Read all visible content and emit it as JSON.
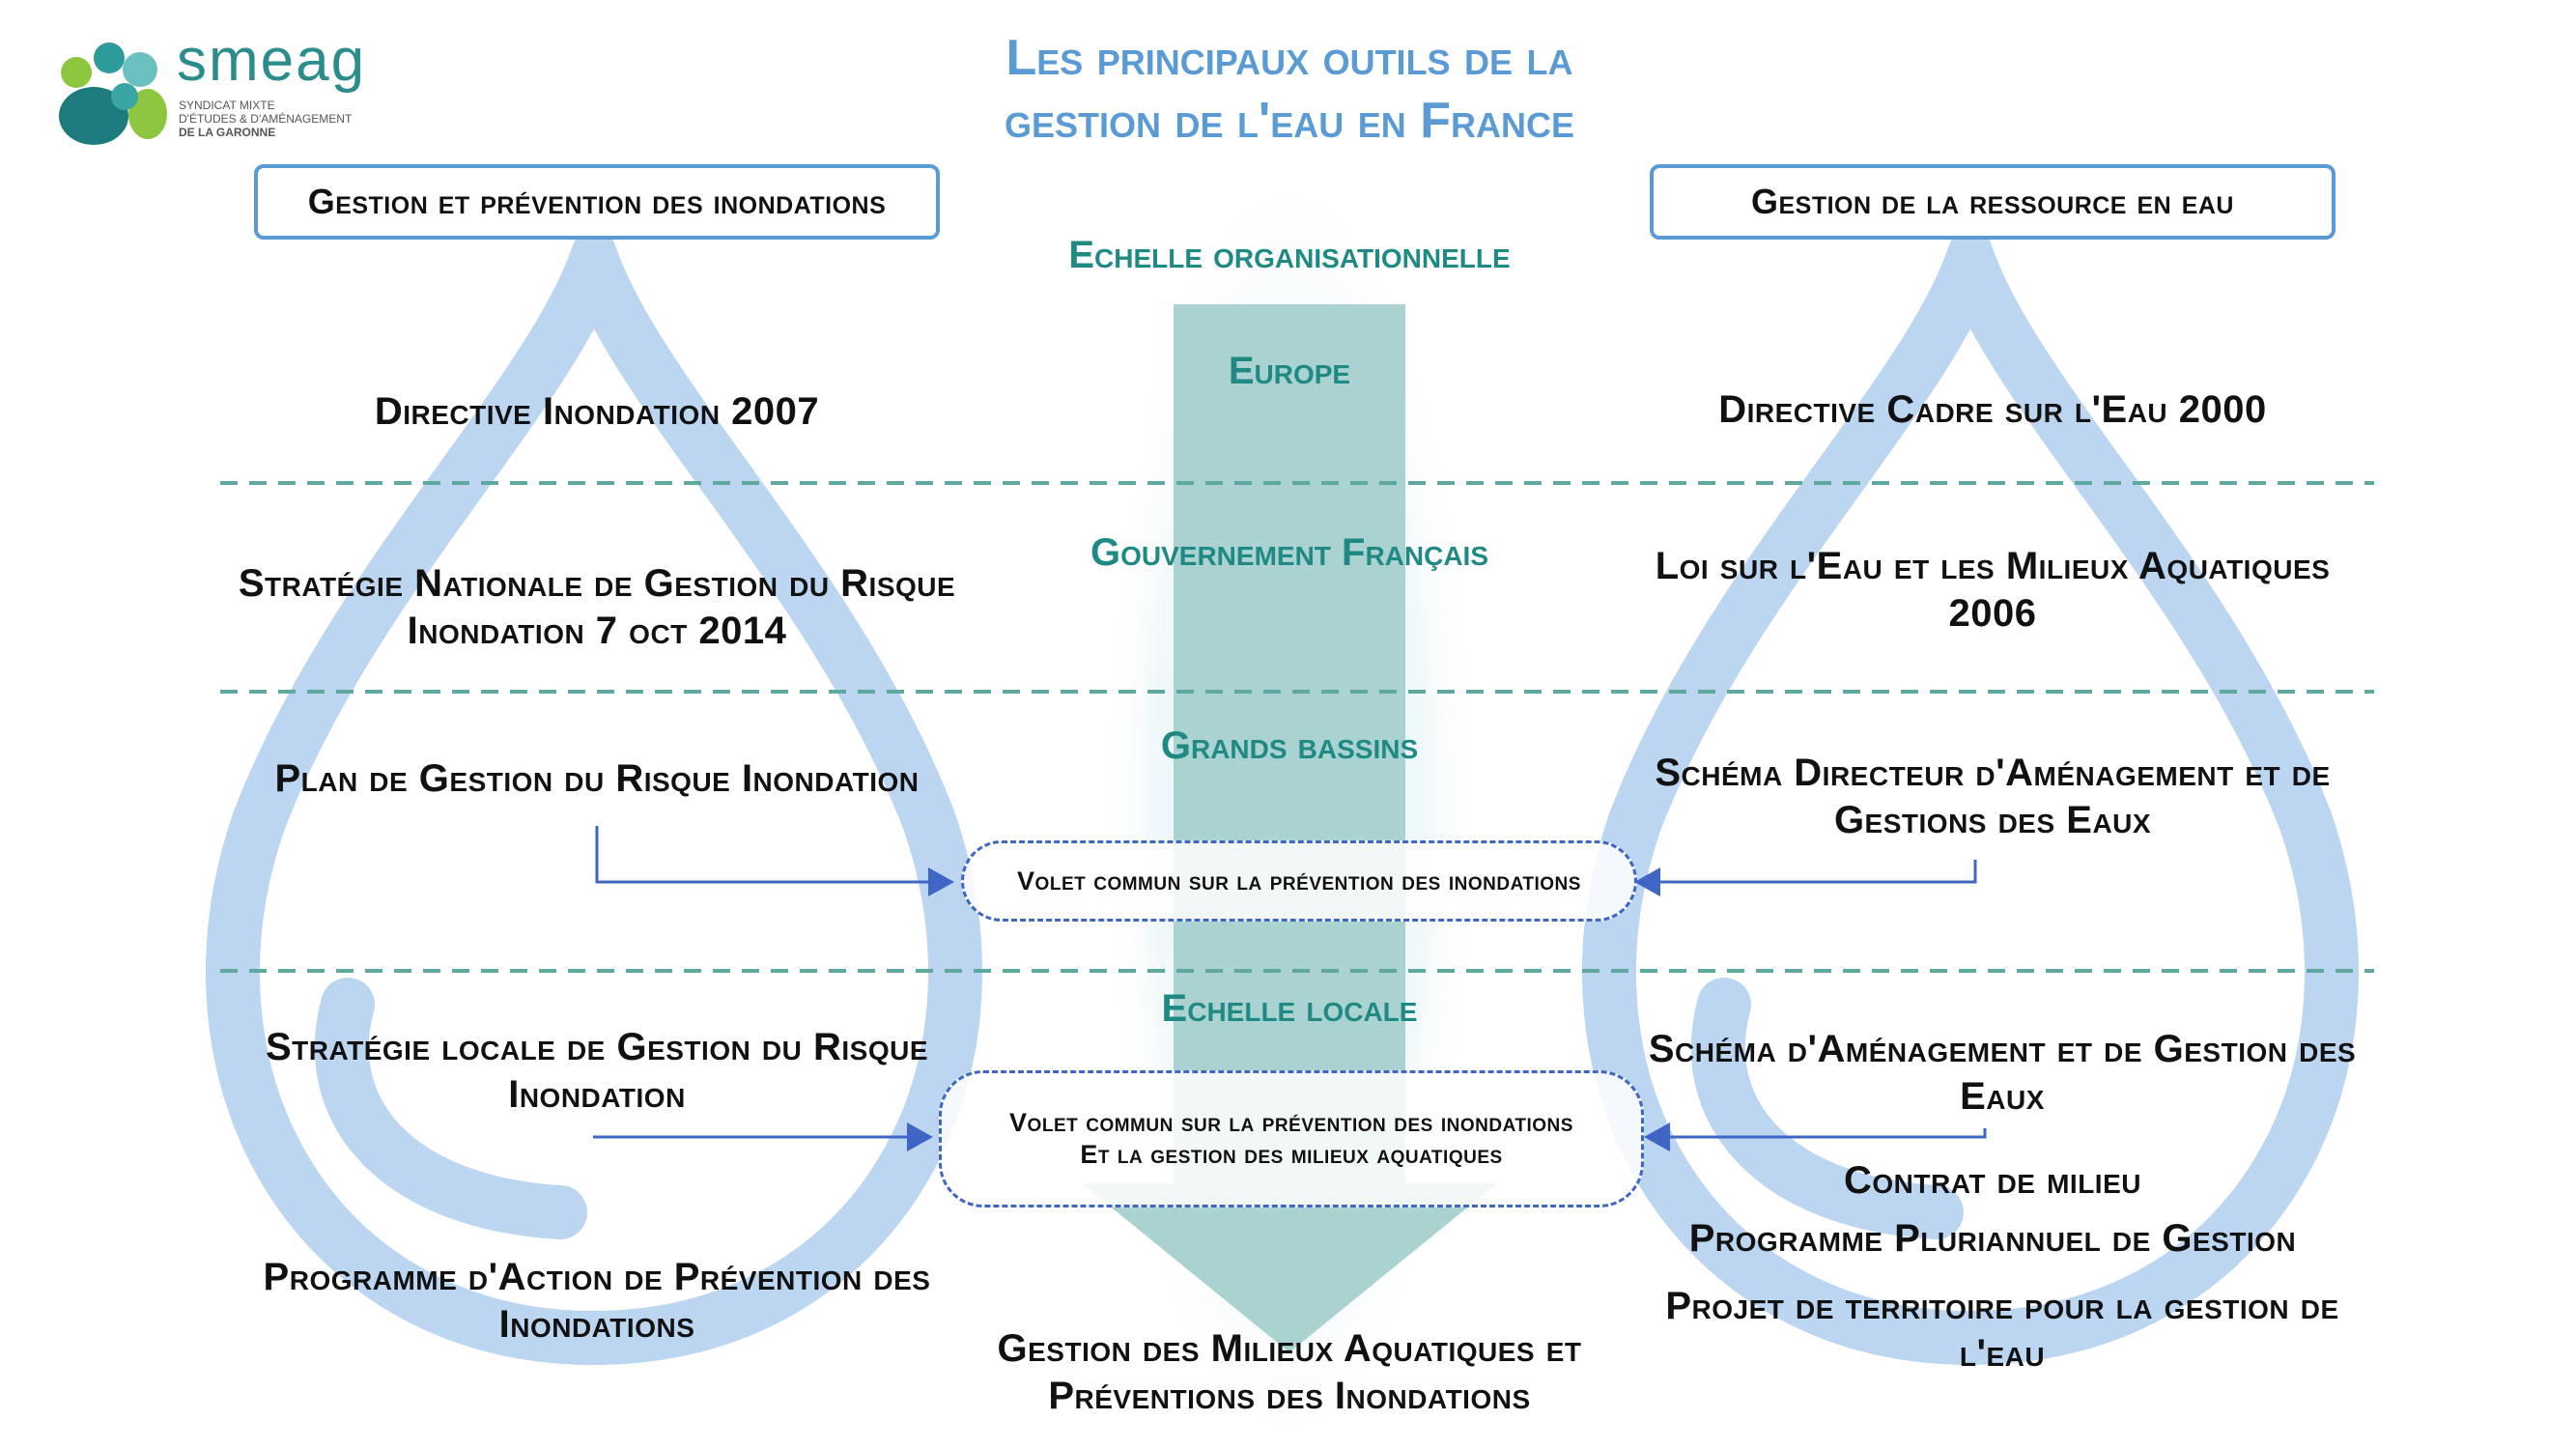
{
  "logo": {
    "name": "smeag",
    "subtitle_lines": [
      "SYNDICAT MIXTE",
      "D'ÉTUDES & D'AMÉNAGEMENT",
      "DE LA GARONNE"
    ]
  },
  "title": [
    "Les principaux outils de la",
    "gestion de l'eau en France"
  ],
  "headers": {
    "left": "Gestion et prévention des inondations",
    "right": "Gestion de la ressource en eau"
  },
  "center": {
    "arrow_label": "Echelle organisationnelle",
    "levels": [
      "Europe",
      "Gouvernement Français",
      "Grands bassins",
      "Echelle locale"
    ],
    "bottom": [
      "Gestion des Milieux Aquatiques et",
      "Préventions des Inondations"
    ]
  },
  "left_items": {
    "europe": "Directive Inondation 2007",
    "national": [
      "Stratégie Nationale de Gestion du Risque",
      "Inondation 7 oct 2014"
    ],
    "basin": "Plan de Gestion du Risque Inondation",
    "local": [
      "Stratégie locale de Gestion du Risque",
      "Inondation"
    ],
    "program": [
      "Programme d'Action de Prévention des",
      "Inondations"
    ]
  },
  "right_items": {
    "europe": "Directive Cadre sur l'Eau 2000",
    "national": [
      "Loi sur l'Eau et les Milieux Aquatiques",
      "2006"
    ],
    "basin": [
      "Schéma Directeur d'Aménagement et de",
      "Gestions des Eaux"
    ],
    "local": [
      "Schéma d'Aménagement et de Gestion des",
      "Eaux"
    ],
    "contract": "Contrat de milieu",
    "plan": "Programme Pluriannuel de Gestion",
    "project": [
      "Projet de territoire pour la gestion de",
      "l'eau"
    ]
  },
  "common_parts": {
    "basin": "Volet commun sur la prévention des inondations",
    "local": [
      "Volet commun sur la prévention des inondations",
      "Et la gestion des milieux aquatiques"
    ]
  },
  "colors": {
    "drop": "#bcd6f2",
    "arrow": "#a9d2d0",
    "title": "#5b9bd5",
    "teal": "#1f8a84",
    "connector": "#3f66c4"
  }
}
